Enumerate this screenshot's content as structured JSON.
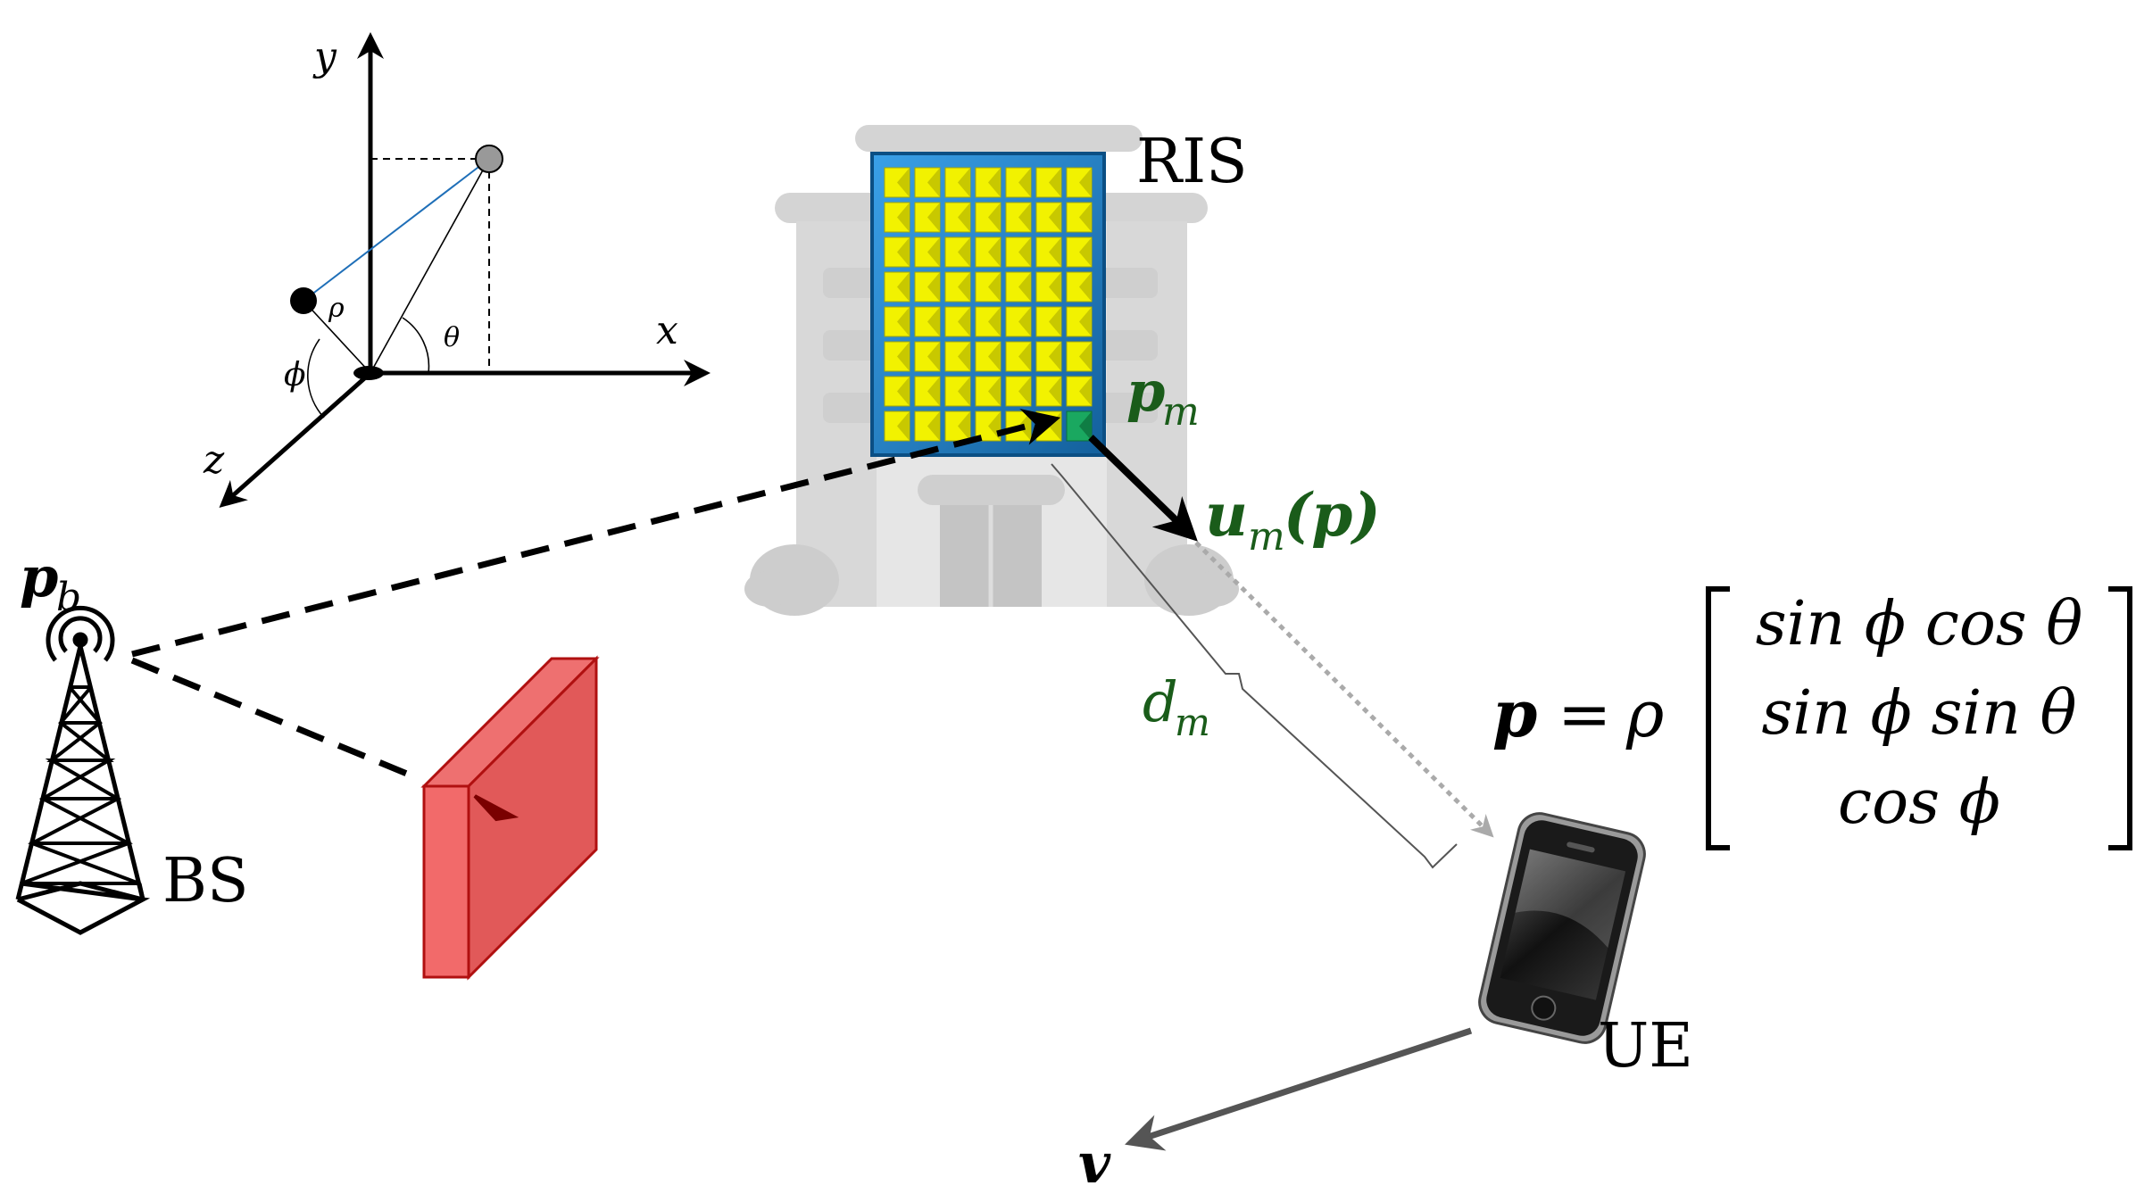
{
  "coordinate_system": {
    "axis_x": "x",
    "axis_y": "y",
    "axis_z": "z",
    "label_rho": "ρ",
    "label_theta": "θ",
    "label_phi": "ϕ"
  },
  "ris": {
    "label": "RIS",
    "element_rows": 8,
    "element_cols": 7,
    "element_position": "p",
    "element_position_sub": "m",
    "direction_vector": "u",
    "direction_vector_sub": "m",
    "direction_vector_arg": "(p)",
    "distance": "d",
    "distance_sub": "m"
  },
  "base_station": {
    "label": "BS",
    "position": "p",
    "position_sub": "b"
  },
  "user_equipment": {
    "label": "UE",
    "velocity": "v"
  },
  "equation": {
    "lhs": "p",
    "equals": "=",
    "scale": "ρ",
    "row1": "sin ϕ cos θ",
    "row2": "sin ϕ sin θ",
    "row3": "cos ϕ"
  },
  "colors": {
    "ris_frame": "#1e7fc8",
    "ris_element": "#f2f200",
    "ris_active_element": "#1aa860",
    "blocker": "#e55a5a",
    "building": "#d4d4d4",
    "math_green": "#1a5c1a",
    "rho_line": "#1f6fb8"
  }
}
